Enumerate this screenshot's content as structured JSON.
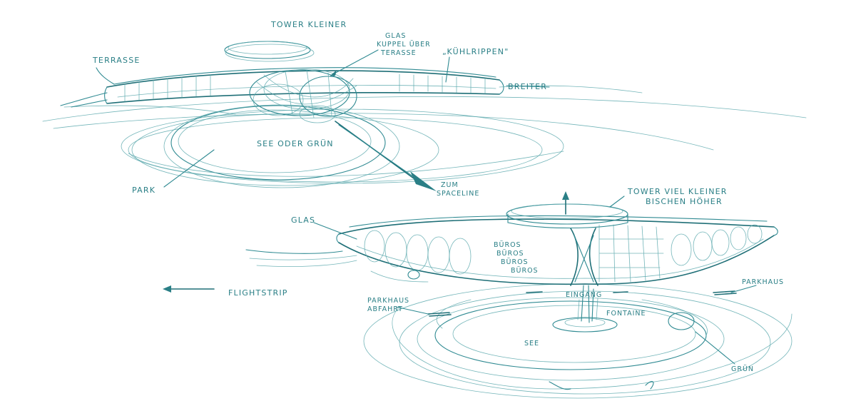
{
  "labels": {
    "tower_kleiner": "TOWER KLEINER",
    "glas_kuppel_1": "GLAS",
    "glas_kuppel_2": "KUPPEL ÜBER",
    "glas_kuppel_3": "TERASSE",
    "kuehlrippen": "„KÜHLRIPPEN\"",
    "terrasse": "TERRASSE",
    "breiter": "BREITER",
    "see_oder_gruen": "SEE ODER GRÜN",
    "park": "PARK",
    "zum_spaceline_1": "ZUM",
    "zum_spaceline_2": "SPACELINE",
    "tower_viel_kleiner_1": "TOWER VIEL KLEINER",
    "tower_viel_kleiner_2": "BISCHEN HÖHER",
    "glas": "GLAS",
    "bueros_1": "BÜROS",
    "bueros_2": "BÜROS",
    "bueros_3": "BÜROS",
    "bueros_4": "BÜROS",
    "flightstrip": "FLIGHTSTRIP",
    "parkhaus_abfahrt_1": "PARKHAUS",
    "parkhaus_abfahrt_2": "ABFAHRT",
    "eingang": "EINGANG",
    "parkhaus": "PARKHAUS",
    "fontaine": "FONTAINE",
    "see": "SEE",
    "gruen": "GRÜN"
  },
  "colors": {
    "ink": "#2a7f86",
    "paper": "#ffffff"
  }
}
